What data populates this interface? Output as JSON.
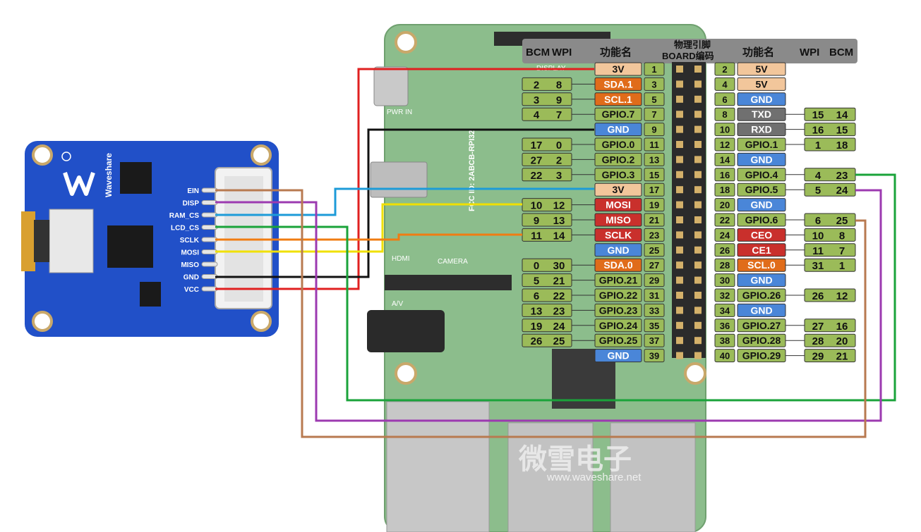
{
  "colors": {
    "power3v": "#f2c69b",
    "power5v": "#f2c69b",
    "gnd": "#4a86d8",
    "gpio": "#9bbb59",
    "i2c": "#e06c1a",
    "spi": "#c9302c",
    "uart": "#707070",
    "pcb": "#8fc08f",
    "module": "#1f4fc6",
    "wire_red": "#e02020",
    "wire_black": "#111111",
    "wire_blue": "#1d9bd8",
    "wire_yellow": "#f0e000",
    "wire_orange": "#f07c12",
    "wire_green": "#1aa33a",
    "wire_purple": "#9c3ab0",
    "wire_brown": "#b87a50"
  },
  "module": {
    "brand": "Waveshare",
    "pins": [
      "EIN",
      "DISP",
      "RAM_CS",
      "LCD_CS",
      "SCLK",
      "MOSI",
      "MISO",
      "GND",
      "VCC"
    ]
  },
  "headers": {
    "left_bcm": "BCM",
    "left_wpi": "WPI",
    "left_func": "功能名",
    "center_line1": "物理引脚",
    "center_line2": "BOARD编码",
    "right_func": "功能名",
    "right_wpi": "WPI",
    "right_bcm": "BCM"
  },
  "pi_labels": {
    "display": "DISPLAY",
    "hdmi": "HDMI",
    "camera": "CAMERA",
    "av": "A/V",
    "pwr": "PWR IN",
    "fcc": "FCC ID: 2ABCB-RPI32",
    "watermark_cn": "微雪电子",
    "watermark_url": "www.waveshare.net"
  },
  "left_rows": [
    {
      "pin": "1",
      "func": "3V",
      "kind": "power3v",
      "bcm": "",
      "wpi": ""
    },
    {
      "pin": "3",
      "func": "SDA.1",
      "kind": "i2c",
      "bcm": "2",
      "wpi": "8"
    },
    {
      "pin": "5",
      "func": "SCL.1",
      "kind": "i2c",
      "bcm": "3",
      "wpi": "9"
    },
    {
      "pin": "7",
      "func": "GPIO.7",
      "kind": "gpio",
      "bcm": "4",
      "wpi": "7"
    },
    {
      "pin": "9",
      "func": "GND",
      "kind": "gnd",
      "bcm": "",
      "wpi": ""
    },
    {
      "pin": "11",
      "func": "GPIO.0",
      "kind": "gpio",
      "bcm": "17",
      "wpi": "0"
    },
    {
      "pin": "13",
      "func": "GPIO.2",
      "kind": "gpio",
      "bcm": "27",
      "wpi": "2"
    },
    {
      "pin": "15",
      "func": "GPIO.3",
      "kind": "gpio",
      "bcm": "22",
      "wpi": "3"
    },
    {
      "pin": "17",
      "func": "3V",
      "kind": "power3v",
      "bcm": "",
      "wpi": ""
    },
    {
      "pin": "19",
      "func": "MOSI",
      "kind": "spi",
      "bcm": "10",
      "wpi": "12"
    },
    {
      "pin": "21",
      "func": "MISO",
      "kind": "spi",
      "bcm": "9",
      "wpi": "13"
    },
    {
      "pin": "23",
      "func": "SCLK",
      "kind": "spi",
      "bcm": "11",
      "wpi": "14"
    },
    {
      "pin": "25",
      "func": "GND",
      "kind": "gnd",
      "bcm": "",
      "wpi": ""
    },
    {
      "pin": "27",
      "func": "SDA.0",
      "kind": "i2c",
      "bcm": "0",
      "wpi": "30"
    },
    {
      "pin": "29",
      "func": "GPIO.21",
      "kind": "gpio",
      "bcm": "5",
      "wpi": "21"
    },
    {
      "pin": "31",
      "func": "GPIO.22",
      "kind": "gpio",
      "bcm": "6",
      "wpi": "22"
    },
    {
      "pin": "33",
      "func": "GPIO.23",
      "kind": "gpio",
      "bcm": "13",
      "wpi": "23"
    },
    {
      "pin": "35",
      "func": "GPIO.24",
      "kind": "gpio",
      "bcm": "19",
      "wpi": "24"
    },
    {
      "pin": "37",
      "func": "GPIO.25",
      "kind": "gpio",
      "bcm": "26",
      "wpi": "25"
    },
    {
      "pin": "39",
      "func": "GND",
      "kind": "gnd",
      "bcm": "",
      "wpi": ""
    }
  ],
  "right_rows": [
    {
      "pin": "2",
      "func": "5V",
      "kind": "power5v",
      "wpi": "",
      "bcm": ""
    },
    {
      "pin": "4",
      "func": "5V",
      "kind": "power5v",
      "wpi": "",
      "bcm": ""
    },
    {
      "pin": "6",
      "func": "GND",
      "kind": "gnd",
      "wpi": "",
      "bcm": ""
    },
    {
      "pin": "8",
      "func": "TXD",
      "kind": "uart",
      "wpi": "15",
      "bcm": "14"
    },
    {
      "pin": "10",
      "func": "RXD",
      "kind": "uart",
      "wpi": "16",
      "bcm": "15"
    },
    {
      "pin": "12",
      "func": "GPIO.1",
      "kind": "gpio",
      "wpi": "1",
      "bcm": "18"
    },
    {
      "pin": "14",
      "func": "GND",
      "kind": "gnd",
      "wpi": "",
      "bcm": ""
    },
    {
      "pin": "16",
      "func": "GPIO.4",
      "kind": "gpio",
      "wpi": "4",
      "bcm": "23"
    },
    {
      "pin": "18",
      "func": "GPIO.5",
      "kind": "gpio",
      "wpi": "5",
      "bcm": "24"
    },
    {
      "pin": "20",
      "func": "GND",
      "kind": "gnd",
      "wpi": "",
      "bcm": ""
    },
    {
      "pin": "22",
      "func": "GPIO.6",
      "kind": "gpio",
      "wpi": "6",
      "bcm": "25"
    },
    {
      "pin": "24",
      "func": "CEO",
      "kind": "spi",
      "wpi": "10",
      "bcm": "8"
    },
    {
      "pin": "26",
      "func": "CE1",
      "kind": "spi",
      "wpi": "11",
      "bcm": "7"
    },
    {
      "pin": "28",
      "func": "SCL.0",
      "kind": "i2c",
      "wpi": "31",
      "bcm": "1"
    },
    {
      "pin": "30",
      "func": "GND",
      "kind": "gnd",
      "wpi": "",
      "bcm": ""
    },
    {
      "pin": "32",
      "func": "GPIO.26",
      "kind": "gpio",
      "wpi": "26",
      "bcm": "12"
    },
    {
      "pin": "34",
      "func": "GND",
      "kind": "gnd",
      "wpi": "",
      "bcm": ""
    },
    {
      "pin": "36",
      "func": "GPIO.27",
      "kind": "gpio",
      "wpi": "27",
      "bcm": "16"
    },
    {
      "pin": "38",
      "func": "GPIO.28",
      "kind": "gpio",
      "wpi": "28",
      "bcm": "20"
    },
    {
      "pin": "40",
      "func": "GPIO.29",
      "kind": "gpio",
      "wpi": "29",
      "bcm": "21"
    }
  ],
  "connections": [
    {
      "from": "VCC",
      "to_pin": "1",
      "color": "wire_red"
    },
    {
      "from": "GND",
      "to_pin": "9",
      "color": "wire_black"
    },
    {
      "from": "RAM_CS",
      "to_pin": "17",
      "color": "wire_blue"
    },
    {
      "from": "MOSI",
      "to_pin": "19",
      "color": "wire_yellow"
    },
    {
      "from": "SCLK",
      "to_pin": "23",
      "color": "wire_orange"
    },
    {
      "from": "LCD_CS",
      "to_pin": "16",
      "color": "wire_green"
    },
    {
      "from": "DISP",
      "to_pin": "18",
      "color": "wire_purple"
    },
    {
      "from": "EIN",
      "to_pin": "22",
      "color": "wire_brown"
    }
  ]
}
